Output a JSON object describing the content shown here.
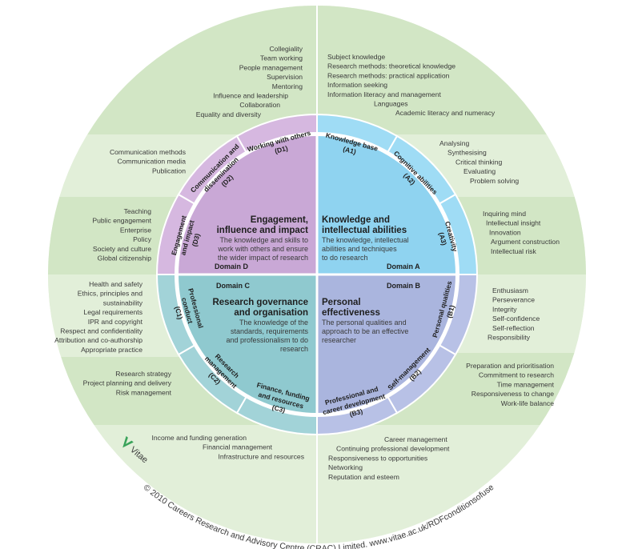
{
  "colors": {
    "outer_light": "#e2efd9",
    "outer_band": "#d2e6c5",
    "divider": "#ffffff",
    "domain_a": "#8fd3f0",
    "domain_b": "#aab5de",
    "domain_c": "#8fc9cf",
    "domain_d": "#c9a8d6",
    "sub_a": "#9fdcf5",
    "sub_b": "#b8c1e6",
    "sub_c": "#a2d3d8",
    "sub_d": "#d6b8e0",
    "vitae_green": "#3aa35a"
  },
  "domains": {
    "a": {
      "label": "Domain A",
      "title_1": "Knowledge and",
      "title_2": "intellectual abilities",
      "desc_1": "The knowledge, intellectual",
      "desc_2": "abilities and techniques",
      "desc_3": "to do research"
    },
    "b": {
      "label": "Domain B",
      "title_1": "Personal",
      "title_2": "effectiveness",
      "desc_1": "The personal qualities and",
      "desc_2": "approach to be an effective",
      "desc_3": "researcher"
    },
    "c": {
      "label": "Domain C",
      "title_1": "Research governance",
      "title_2": "and organisation",
      "desc_1": "The knowledge of the",
      "desc_2": "standards, requirements",
      "desc_3": "and professionalism to do",
      "desc_4": "research"
    },
    "d": {
      "label": "Domain D",
      "title_1": "Engagement,",
      "title_2": "influence and impact",
      "desc_1": "The knowledge and skills to",
      "desc_2": "work with others and ensure",
      "desc_3": "the wider impact of research"
    }
  },
  "subdomains": {
    "a1": {
      "line1": "Knowledge base",
      "line2": "(A1)"
    },
    "a2": {
      "line1": "Cognitive abilities",
      "line2": "(A2)"
    },
    "a3": {
      "line1": "Creativity",
      "line2": "(A3)"
    },
    "b1": {
      "line1": "Personal qualities",
      "line2": "(B1)"
    },
    "b2": {
      "line1": "Self-management",
      "line2": "(B2)"
    },
    "b3": {
      "line1": "Professional and",
      "line2": "career development",
      "line3": "(B3)"
    },
    "c1": {
      "line1": "Professional",
      "line2": "conduct",
      "line3": "(C1)"
    },
    "c2": {
      "line1": "Research",
      "line2": "management",
      "line3": "(C2)"
    },
    "c3": {
      "line1": "Finance, funding",
      "line2": "and resources",
      "line3": "(C3)"
    },
    "d1": {
      "line1": "Working with others",
      "line2": "(D1)"
    },
    "d2": {
      "line1": "Communication and",
      "line2": "dissemination",
      "line3": "(D2)"
    },
    "d3": {
      "line1": "Engagement",
      "line2": "and impact",
      "line3": "(D3)"
    }
  },
  "outer": {
    "a1": [
      "Subject knowledge",
      "Research methods: theoretical knowledge",
      "Research methods: practical application",
      "Information seeking",
      "Information literacy and management",
      "Languages",
      "Academic literacy and numeracy"
    ],
    "a2": [
      "Analysing",
      "Synthesising",
      "Critical thinking",
      "Evaluating",
      "Problem solving"
    ],
    "a3": [
      "Inquiring mind",
      "Intellectual insight",
      "Innovation",
      "Argument construction",
      "Intellectual risk"
    ],
    "b1": [
      "Enthusiasm",
      "Perseverance",
      "Integrity",
      "Self-confidence",
      "Self-reflection",
      "Responsibility"
    ],
    "b2": [
      "Preparation and prioritisation",
      "Commitment to research",
      "Time management",
      "Responsiveness to change",
      "Work-life balance"
    ],
    "b3": [
      "Career management",
      "Continuing professional development",
      "Responsiveness to opportunities",
      "Networking",
      "Reputation and esteem"
    ],
    "c1": [
      "Health and safety",
      "Ethics, principles and",
      "sustainability",
      "Legal requirements",
      "IPR and copyright",
      "Respect and confidentiality",
      "Attribution and co-authorship",
      "Appropriate practice"
    ],
    "c2": [
      "Research strategy",
      "Project planning and delivery",
      "Risk management"
    ],
    "c3": [
      "Income and funding generation",
      "Financial management",
      "Infrastructure and resources"
    ],
    "d1": [
      "Collegiality",
      "Team working",
      "People management",
      "Supervision",
      "Mentoring",
      "Influence and leadership",
      "Collaboration",
      "Equality and diversity"
    ],
    "d2": [
      "Communication methods",
      "Communication media",
      "Publication"
    ],
    "d3": [
      "Teaching",
      "Public engagement",
      "Enterprise",
      "Policy",
      "Society and culture",
      "Global citizenship"
    ]
  },
  "footer": {
    "logo_text": "Vitae",
    "copyright": "© 2010 Careers Research and Advisory Centre (CRAC) Limited. www.vitae.ac.uk/RDFconditionsofuse"
  }
}
